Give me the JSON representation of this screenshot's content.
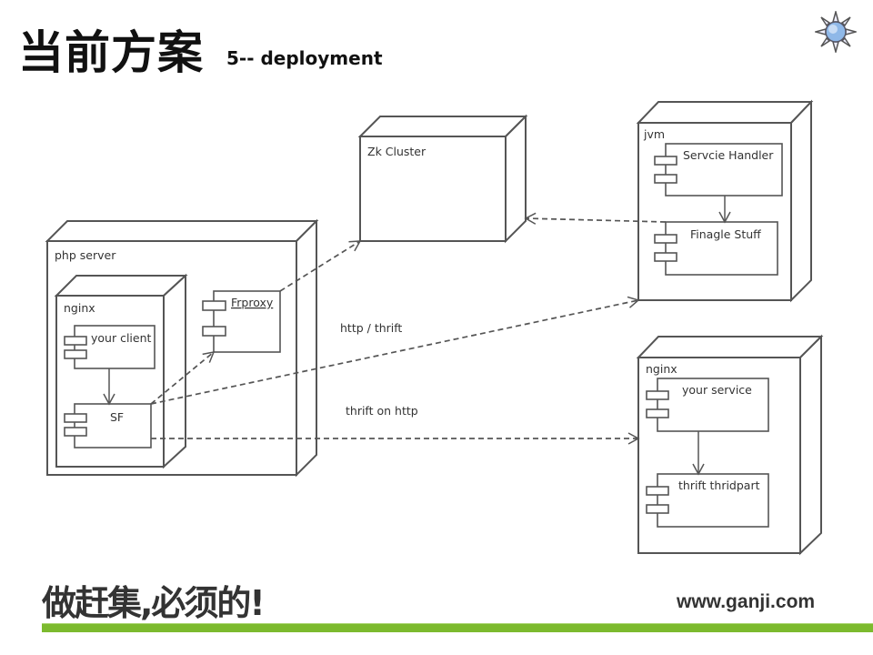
{
  "header": {
    "title": "当前方案",
    "subtitle": "5-- deployment",
    "logo_icon": "sun-logo-icon"
  },
  "diagram": {
    "nodes": {
      "zk": {
        "label": "Zk Cluster"
      },
      "jvm": {
        "label": "jvm"
      },
      "php": {
        "label": "php server"
      },
      "php_nginx": {
        "label": "nginx"
      },
      "svc_nginx": {
        "label": "nginx"
      }
    },
    "components": {
      "service_handler": "Servcie Handler",
      "finagle": "Finagle Stuff",
      "your_client": "your client",
      "sf": "SF",
      "frproxy": "Frproxy",
      "your_service": "your service",
      "thrift_thirdpart": "thrift thridpart"
    },
    "edge_labels": {
      "http_thrift": "http / thrift",
      "thrift_http": "thrift on http"
    }
  },
  "footer": {
    "slogan": "做赶集,必须的!",
    "website": "www.ganji.com",
    "accent": "#7cba2e"
  }
}
